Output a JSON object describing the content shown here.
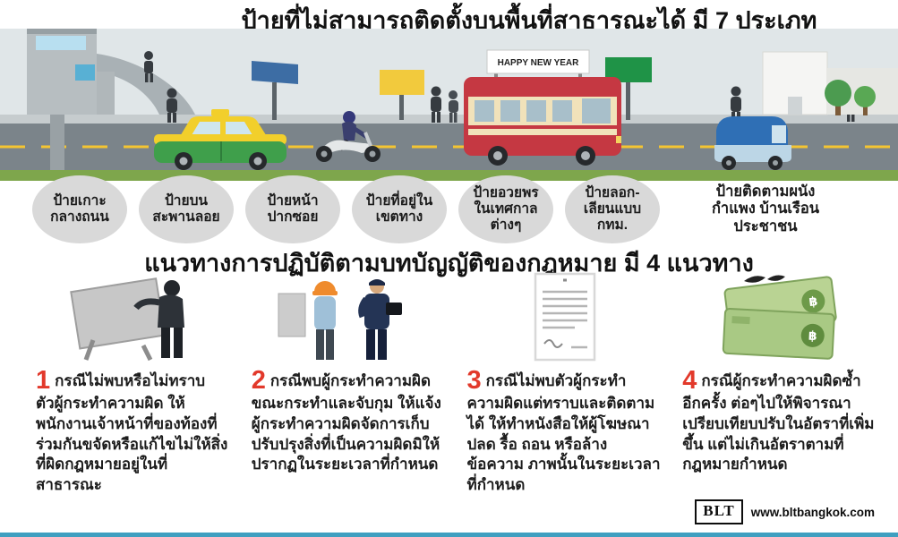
{
  "header": {
    "title": "ป้ายที่ไม่สามารถติดตั้งบนพื้นที่สาธารณะได้ มี 7 ประเภท"
  },
  "scene": {
    "bus_banner": "HAPPY NEW YEAR"
  },
  "sign_types": [
    {
      "label": "ป้ายเกาะ\nกลางถนน"
    },
    {
      "label": "ป้ายบน\nสะพานลอย"
    },
    {
      "label": "ป้ายหน้า\nปากซอย"
    },
    {
      "label": "ป้ายที่อยู่ใน\nเขตทาง"
    },
    {
      "label": "ป้ายอวยพร\nในเทศกาล\nต่างๆ"
    },
    {
      "label": "ป้ายลอก-\nเลียนแบบ\nกทม."
    },
    {
      "label": "ป้ายติดตามผนัง\nกำแพง บ้านเรือน\nประชาชน"
    }
  ],
  "section2": {
    "title": "แนวทางการปฏิบัติตามบทบัญญัติของกฎหมาย มี 4 แนวทาง"
  },
  "guidelines": [
    {
      "number": "1",
      "text": "กรณีไม่พบหรือไม่ทราบตัวผู้กระทำความผิด ให้พนักงานเจ้าหน้าที่ของท้องที่ร่วมกันขจัดหรือแก้ไขไม่ให้สิ่งที่ผิดกฎหมายอยู่ในที่สาธารณะ"
    },
    {
      "number": "2",
      "text": "กรณีพบผู้กระทำความผิดขณะกระทำและจับกุม ให้แจ้งผู้กระทำความผิดจัดการเก็บ ปรับปรุงสิ่งที่เป็นความผิดมิให้ปรากฏในระยะเวลาที่กำหนด"
    },
    {
      "number": "3",
      "text": "กรณีไม่พบตัวผู้กระทำความผิดแต่ทราบและติดตามได้ ให้ทำหนังสือให้ผู้โฆษณา ปลด รื้อ ถอน หรือล้างข้อความ ภาพนั้นในระยะเวลาที่กำหนด"
    },
    {
      "number": "4",
      "text": "กรณีผู้กระทำความผิดซ้ำอีกครั้ง ต่อๆไปให้พิจารณาเปรียบเทียบปรับในอัตราที่เพิ่มขึ้น แต่ไม่เกินอัตราตามที่กฎหมายกำหนด"
    }
  ],
  "icons": {
    "baht_symbol": "฿"
  },
  "footer": {
    "logo": "BLT",
    "website": "www.bltbangkok.com"
  },
  "colors": {
    "accent_red": "#e2392b",
    "circle_gray": "#d9d9d9",
    "grass_green": "#7ea64c",
    "road_gray": "#7b848a",
    "bus_red": "#c53842",
    "taxi_yellow": "#f2cf2b",
    "taxi_green": "#3f9f4b",
    "bottom_bar_blue": "#3f9fc0"
  }
}
